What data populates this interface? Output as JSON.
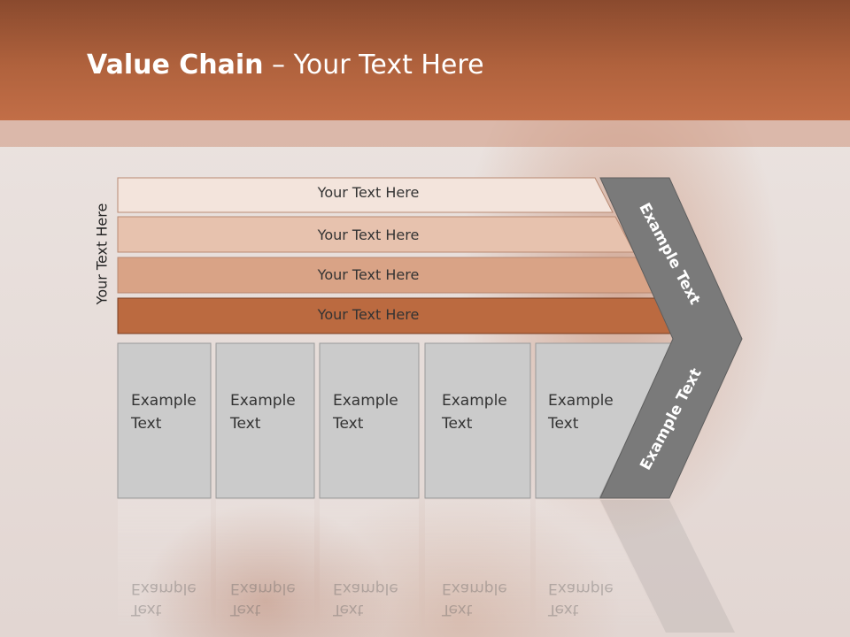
{
  "slide": {
    "title_bold": "Value Chain",
    "title_rest": " – Your Text Here",
    "side_label": "Your Text Here"
  },
  "rows": [
    {
      "label": "Your Text Here",
      "color": "#f3e4dc"
    },
    {
      "label": "Your Text Here",
      "color": "#e7c2ae"
    },
    {
      "label": "Your Text Here",
      "color": "#d9a386"
    },
    {
      "label": "Your Text Here",
      "color": "#bb6a40"
    }
  ],
  "boxes": [
    {
      "line1": "Example",
      "line2": "Text"
    },
    {
      "line1": "Example",
      "line2": "Text"
    },
    {
      "line1": "Example",
      "line2": "Text"
    },
    {
      "line1": "Example",
      "line2": "Text"
    },
    {
      "line1": "Example",
      "line2": "Text"
    }
  ],
  "chevron": {
    "top_label": "Example Text",
    "bottom_label": "Example Text",
    "color": "#7a7a7a"
  },
  "colors": {
    "box_fill": "#cbcbcb",
    "header": "#b0623d"
  }
}
